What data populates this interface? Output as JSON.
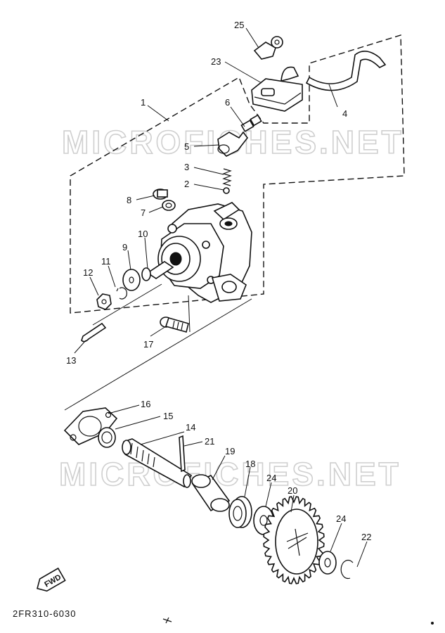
{
  "watermark": {
    "text": "MICROFICHES.NET"
  },
  "footer": {
    "reference": "2FR310-6030",
    "direction_badge": "FWD"
  },
  "callouts": [
    {
      "id": "c1",
      "text": "1"
    },
    {
      "id": "c2",
      "text": "2"
    },
    {
      "id": "c3",
      "text": "3"
    },
    {
      "id": "c4",
      "text": "4"
    },
    {
      "id": "c5",
      "text": "5"
    },
    {
      "id": "c6",
      "text": "6"
    },
    {
      "id": "c7",
      "text": "7"
    },
    {
      "id": "c8",
      "text": "8"
    },
    {
      "id": "c9",
      "text": "9"
    },
    {
      "id": "c10",
      "text": "10"
    },
    {
      "id": "c11",
      "text": "11"
    },
    {
      "id": "c12",
      "text": "12"
    },
    {
      "id": "c13",
      "text": "13"
    },
    {
      "id": "c14",
      "text": "14"
    },
    {
      "id": "c15",
      "text": "15"
    },
    {
      "id": "c16",
      "text": "16"
    },
    {
      "id": "c17",
      "text": "17"
    },
    {
      "id": "c18",
      "text": "18"
    },
    {
      "id": "c19",
      "text": "19"
    },
    {
      "id": "c20",
      "text": "20"
    },
    {
      "id": "c21",
      "text": "21"
    },
    {
      "id": "c22",
      "text": "22"
    },
    {
      "id": "c23",
      "text": "23"
    },
    {
      "id": "c24a",
      "text": "24"
    },
    {
      "id": "c24b",
      "text": "24"
    },
    {
      "id": "c25",
      "text": "25"
    }
  ]
}
